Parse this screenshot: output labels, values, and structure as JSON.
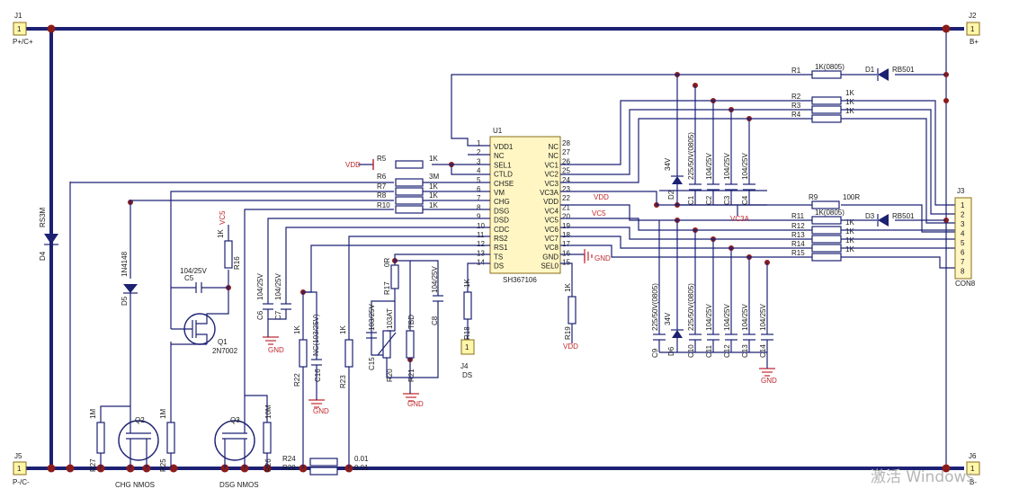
{
  "connectors": {
    "j1": {
      "ref": "J1",
      "pin": "1",
      "net": "P+/C+"
    },
    "j2": {
      "ref": "J2",
      "pin": "1",
      "net": "B+"
    },
    "j5": {
      "ref": "J5",
      "pin": "1",
      "net": "P-/C-"
    },
    "j6": {
      "ref": "J6",
      "pin": "1",
      "net": "B-"
    },
    "j4": {
      "ref": "J4",
      "pin": "1",
      "net": "DS"
    },
    "j3": {
      "ref": "J3",
      "pins": [
        "1",
        "2",
        "3",
        "4",
        "5",
        "6",
        "7",
        "8"
      ],
      "name": "CON8"
    }
  },
  "ic": {
    "ref": "U1",
    "part": "SH367106",
    "left_pins": [
      {
        "num": "1",
        "name": "VDD1"
      },
      {
        "num": "2",
        "name": "NC"
      },
      {
        "num": "3",
        "name": "SEL1"
      },
      {
        "num": "4",
        "name": "CTLD"
      },
      {
        "num": "5",
        "name": "CHSE"
      },
      {
        "num": "6",
        "name": "VM"
      },
      {
        "num": "7",
        "name": "CHG"
      },
      {
        "num": "8",
        "name": "DSG"
      },
      {
        "num": "9",
        "name": "DSD"
      },
      {
        "num": "10",
        "name": "CDC"
      },
      {
        "num": "11",
        "name": "RS2"
      },
      {
        "num": "12",
        "name": "RS1"
      },
      {
        "num": "13",
        "name": "TS"
      },
      {
        "num": "14",
        "name": "DS"
      }
    ],
    "right_pins": [
      {
        "num": "28",
        "name": "NC"
      },
      {
        "num": "27",
        "name": "NC"
      },
      {
        "num": "26",
        "name": "VC1"
      },
      {
        "num": "25",
        "name": "VC2"
      },
      {
        "num": "24",
        "name": "VC3"
      },
      {
        "num": "23",
        "name": "VC3A"
      },
      {
        "num": "22",
        "name": "VDD"
      },
      {
        "num": "21",
        "name": "VC4"
      },
      {
        "num": "20",
        "name": "VC5"
      },
      {
        "num": "19",
        "name": "VC6"
      },
      {
        "num": "18",
        "name": "VC7"
      },
      {
        "num": "17",
        "name": "VC8"
      },
      {
        "num": "16",
        "name": "GND"
      },
      {
        "num": "15",
        "name": "SEL0"
      }
    ]
  },
  "resistors": {
    "r1": {
      "ref": "R1",
      "value": "1K(0805)"
    },
    "r2": {
      "ref": "R2",
      "value": "1K"
    },
    "r3": {
      "ref": "R3",
      "value": "1K"
    },
    "r4": {
      "ref": "R4",
      "value": "1K"
    },
    "r5": {
      "ref": "R5",
      "value": "1K"
    },
    "r6": {
      "ref": "R6",
      "value": "3M"
    },
    "r7": {
      "ref": "R7",
      "value": "1K"
    },
    "r8": {
      "ref": "R8",
      "value": "1K"
    },
    "r9": {
      "ref": "R9",
      "value": "100R"
    },
    "r10": {
      "ref": "R10",
      "value": "1K"
    },
    "r11": {
      "ref": "R11",
      "value": "1K(0805)"
    },
    "r12": {
      "ref": "R12",
      "value": "1K"
    },
    "r13": {
      "ref": "R13",
      "value": "1K"
    },
    "r14": {
      "ref": "R14",
      "value": "1K"
    },
    "r15": {
      "ref": "R15",
      "value": "1K"
    },
    "r16": {
      "ref": "R16",
      "value": "1K"
    },
    "r17": {
      "ref": "R17",
      "value": "0R"
    },
    "r18": {
      "ref": "R18",
      "value": "1K"
    },
    "r19": {
      "ref": "R19",
      "value": "1K"
    },
    "r20": {
      "ref": "R20",
      "value": "103AT"
    },
    "r21": {
      "ref": "R21",
      "value": "TBD"
    },
    "r22": {
      "ref": "R22",
      "value": "1K"
    },
    "r23": {
      "ref": "R23",
      "value": "1K"
    },
    "r24": {
      "ref": "R24",
      "value": "0.01"
    },
    "r25": {
      "ref": "R25",
      "value": "1M"
    },
    "r26": {
      "ref": "R26",
      "value": "10M"
    },
    "r27": {
      "ref": "R27",
      "value": "1M"
    },
    "r28": {
      "ref": "R28",
      "value": "0.01"
    },
    "rs3m": {
      "ref": "RS3M"
    }
  },
  "capacitors": {
    "c1": {
      "ref": "C1",
      "value": "225/50V(0805)"
    },
    "c2": {
      "ref": "C2",
      "value": "104/25V"
    },
    "c3": {
      "ref": "C3",
      "value": "104/25V"
    },
    "c4": {
      "ref": "C4",
      "value": "104/25V"
    },
    "c5": {
      "ref": "C5",
      "value": "104/25V"
    },
    "c6": {
      "ref": "C6",
      "value": "104/25V"
    },
    "c7": {
      "ref": "C7",
      "value": "104/25V"
    },
    "c8": {
      "ref": "C8",
      "value": "104/25V"
    },
    "c9": {
      "ref": "C9",
      "value": "225/50V(0805)"
    },
    "c10": {
      "ref": "C10",
      "value": "225/50V(0805)"
    },
    "c11": {
      "ref": "C11",
      "value": "104/25V"
    },
    "c12": {
      "ref": "C12",
      "value": "104/25V"
    },
    "c13": {
      "ref": "C13",
      "value": "104/25V"
    },
    "c14": {
      "ref": "C14",
      "value": "104/25V"
    },
    "c15": {
      "ref": "C15",
      "value": "103/25V"
    },
    "c16": {
      "ref": "C16",
      "value": "NC(103/25V)"
    }
  },
  "diodes": {
    "d1": {
      "ref": "D1",
      "value": "RB501"
    },
    "d2": {
      "ref": "D2",
      "value": "34V"
    },
    "d3": {
      "ref": "D3",
      "value": "RB501"
    },
    "d4": {
      "ref": "D4"
    },
    "d5": {
      "ref": "D5",
      "value": "1N4148"
    },
    "d6": {
      "ref": "D6",
      "value": "34V"
    }
  },
  "transistors": {
    "q1": {
      "ref": "Q1",
      "value": "2N7002"
    },
    "q2": {
      "ref": "Q2",
      "label": "CHG NMOS"
    },
    "q3": {
      "ref": "Q3",
      "label": "DSG NMOS"
    }
  },
  "nets": {
    "vdd": "VDD",
    "vc5": "VC5",
    "vc3a": "VC3A",
    "gnd": "GND"
  },
  "watermark": "激活 Windows",
  "colors": {
    "wire": "#1c2173",
    "junction": "#8b1c1c",
    "net_label": "#c0282d",
    "connector_fill": "#fff6a8"
  }
}
